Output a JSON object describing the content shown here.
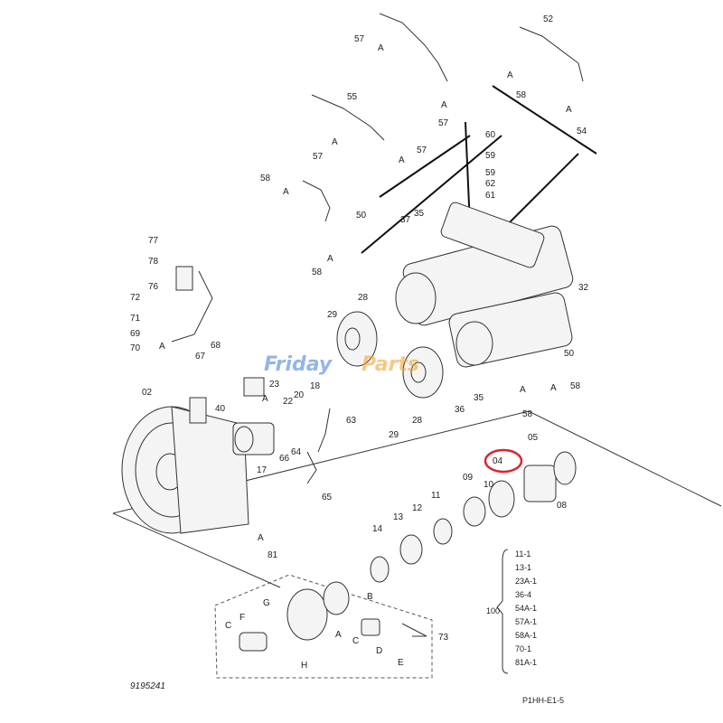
{
  "watermark": {
    "part1": "Friday",
    "part2": "Parts"
  },
  "diagram_id": "9195241",
  "page_code": "P1HH-E1-5",
  "callouts": {
    "c52": "52",
    "c57a": "57",
    "c57b": "57",
    "c57c": "57",
    "c57d": "57",
    "c58a": "58",
    "c54": "54",
    "c55": "55",
    "c60": "60",
    "c59a": "59",
    "c59b": "59",
    "c62": "62",
    "c61": "61",
    "c58b": "58",
    "c50a": "50",
    "c37": "37",
    "c35a": "35",
    "c58c": "58",
    "c32": "32",
    "c77": "77",
    "c78": "78",
    "c76": "76",
    "c72": "72",
    "c71": "71",
    "c69": "69",
    "c70": "70",
    "c68": "68",
    "c67": "67",
    "c28a": "28",
    "c29a": "29",
    "c50b": "50",
    "c58d": "58",
    "c58e": "58",
    "c02": "02",
    "c40": "40",
    "c23": "23",
    "c22": "22",
    "c20": "20",
    "c18": "18",
    "c63": "63",
    "c36": "36",
    "c35b": "35",
    "c28b": "28",
    "c29b": "29",
    "c17": "17",
    "c66": "66",
    "c64": "64",
    "c65": "65",
    "c05": "05",
    "c04": "04",
    "c10": "10",
    "c09": "09",
    "c08": "08",
    "c11": "11",
    "c12": "12",
    "c13": "13",
    "c14": "14",
    "c81": "81",
    "c73": "73"
  },
  "letter_labels": {
    "A1": "A",
    "A2": "A",
    "A3": "A",
    "A4": "A",
    "A5": "A",
    "A6": "A",
    "A7": "A",
    "A8": "A",
    "A9": "A",
    "A10": "A",
    "A11": "A",
    "A12": "A",
    "A13": "A",
    "A14": "A",
    "B": "B",
    "C1": "C",
    "C2": "C",
    "D": "D",
    "E": "E",
    "F": "F",
    "G": "G",
    "H": "H"
  },
  "kit": {
    "number": "100",
    "items": [
      "11-1",
      "13-1",
      "23A-1",
      "36-4",
      "54A-1",
      "57A-1",
      "58A-1",
      "70-1",
      "81A-1"
    ]
  },
  "highlight_color": "#d9262b"
}
